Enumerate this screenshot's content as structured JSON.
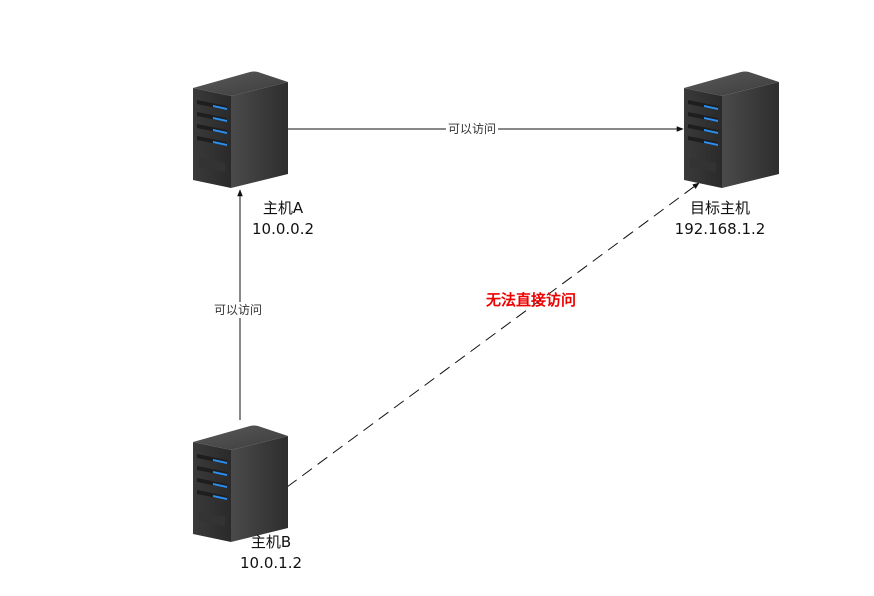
{
  "nodes": {
    "host_a": {
      "name": "主机A",
      "ip": "10.0.0.2"
    },
    "target": {
      "name": "目标主机",
      "ip": "192.168.1.2"
    },
    "host_b": {
      "name": "主机B",
      "ip": "10.0.1.2"
    }
  },
  "edges": {
    "a_to_target": {
      "label": "可以访问",
      "style": "solid"
    },
    "b_to_a": {
      "label": "可以访问",
      "style": "solid"
    },
    "b_to_target": {
      "label": "无法直接访问",
      "style": "dashed",
      "color": "#ee0000"
    }
  },
  "icons": {
    "server": "server-tower-icon"
  }
}
